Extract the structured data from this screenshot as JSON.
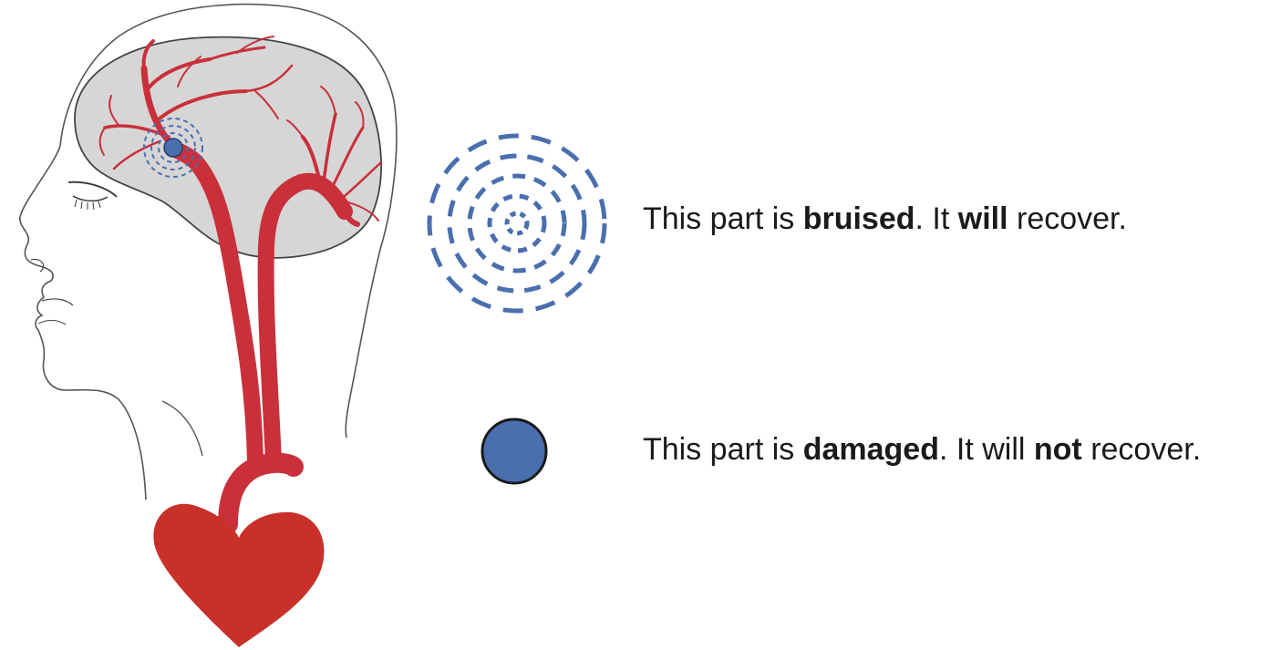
{
  "colors": {
    "artery": "#c9303a",
    "heart": "#c8302a",
    "brain": "#d6d6d6",
    "injury": "#4a6faf",
    "outline": "#333333"
  },
  "icons": {
    "bruised": "dashed-concentric-rings-icon",
    "damaged": "solid-blue-dot-icon"
  },
  "legend": {
    "bruised": {
      "prefix": "This part is ",
      "keyword": "bruised",
      "middle": ". It ",
      "emphasis": "will",
      "suffix": " recover."
    },
    "damaged": {
      "prefix": "This part is ",
      "keyword": "damaged",
      "middle": ". It will ",
      "emphasis": "not",
      "suffix": " recover."
    }
  }
}
